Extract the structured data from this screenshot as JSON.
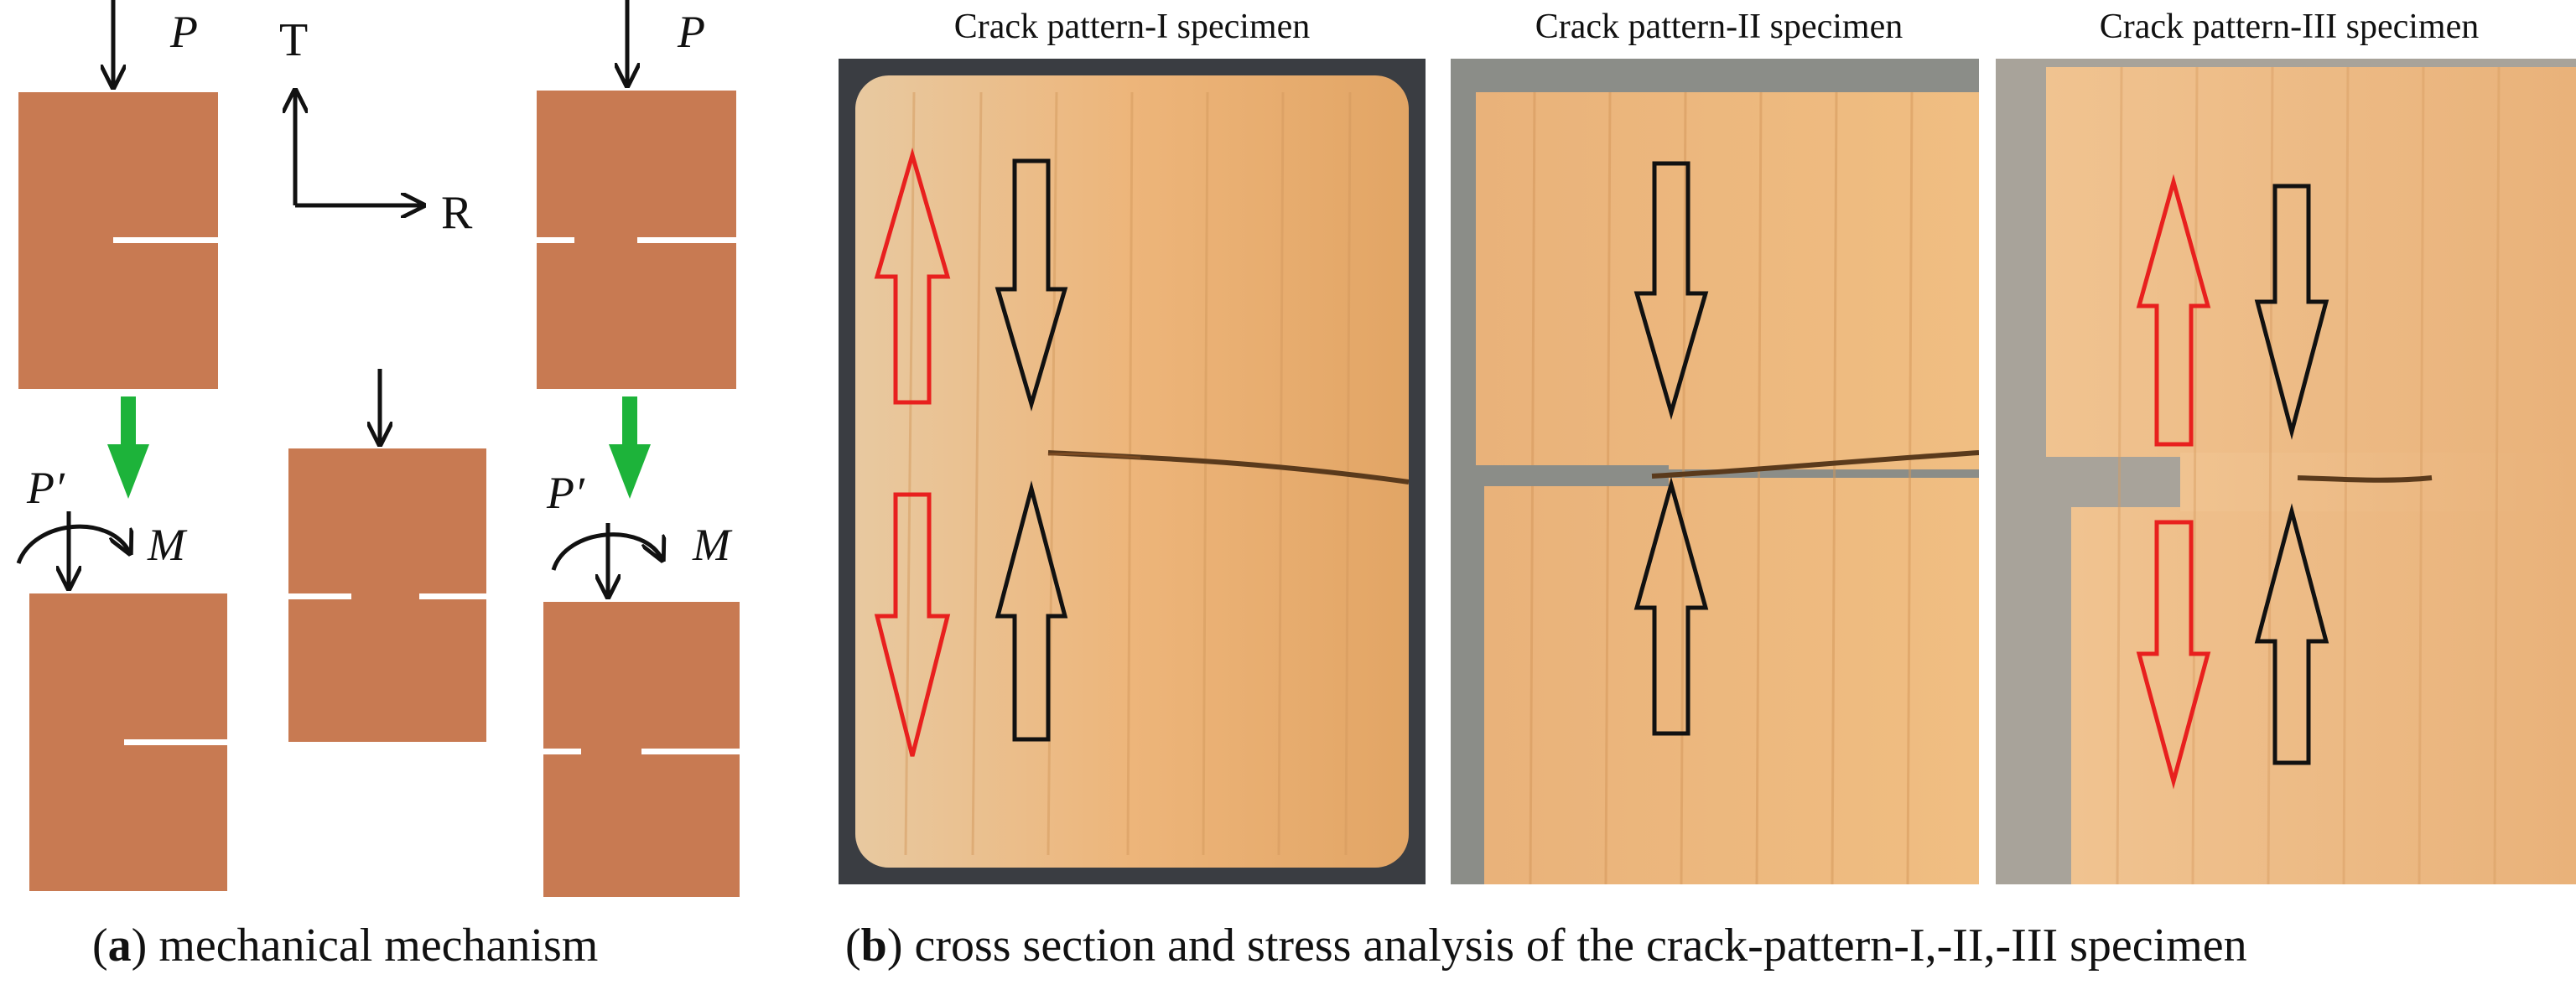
{
  "panel_a": {
    "caption_letter": "a",
    "caption_text": "mechanical mechanism",
    "labels": {
      "load": "P",
      "reduced_load": "P′",
      "moment": "M",
      "axis_t": "T",
      "axis_r": "R"
    },
    "colors": {
      "specimen": "#C87A52",
      "transition_arrow": "#1DB33A"
    }
  },
  "panel_b": {
    "caption_letter": "b",
    "caption_text": "cross section and stress analysis of the crack-pattern-I,-II,-III specimen",
    "photos": [
      {
        "title": "Crack pattern-I specimen"
      },
      {
        "title": "Crack pattern-II specimen"
      },
      {
        "title": "Crack pattern-III specimen"
      }
    ],
    "colors": {
      "tension_arrow": "#E8201E",
      "compression_arrow": "#111111",
      "wood": "#E9B47A"
    }
  }
}
